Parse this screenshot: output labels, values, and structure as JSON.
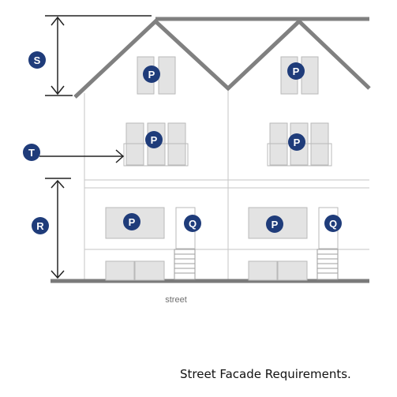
{
  "caption": "Street Facade Requirements.",
  "street_label": "street",
  "labels": {
    "s": "S",
    "t": "T",
    "r": "R",
    "p": "P",
    "q": "Q"
  },
  "colors": {
    "badge": "#1f3c7a",
    "badge_text": "#ffffff",
    "roof": "#808080",
    "ground": "#7a7a7a",
    "wall_line": "#c6c6c6",
    "window_fill": "#e3e3e3",
    "window_stroke": "#b9b9b9",
    "arrow": "#222222",
    "street_text": "#6f6f6f"
  }
}
